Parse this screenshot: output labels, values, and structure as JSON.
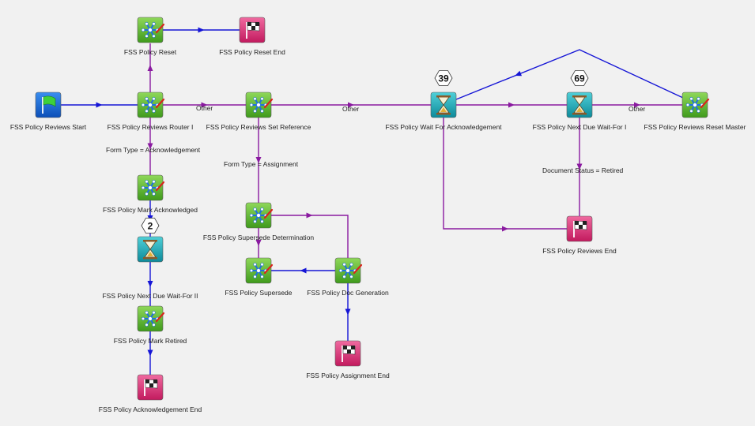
{
  "colors": {
    "blue": "#1515d6",
    "purple": "#8a1aa0",
    "background": "#f1f1f1"
  },
  "nodes": [
    {
      "id": "start",
      "type": "start",
      "icon": "green-flag-icon",
      "label": "FSS Policy Reviews Start"
    },
    {
      "id": "router",
      "type": "task",
      "icon": "network-task-icon",
      "label": "FSS Policy Reviews Router I"
    },
    {
      "id": "reset",
      "type": "task",
      "icon": "network-task-icon",
      "label": "FSS Policy Reset"
    },
    {
      "id": "resetEnd",
      "type": "end",
      "icon": "checkered-flag-icon",
      "label": "FSS Policy Reset End"
    },
    {
      "id": "setRef",
      "type": "task",
      "icon": "network-task-icon",
      "label": "FSS Policy Reviews Set Reference"
    },
    {
      "id": "waitAck",
      "type": "wait",
      "icon": "hourglass-icon",
      "label": "FSS Policy Wait For Acknowledgement"
    },
    {
      "id": "nextDue",
      "type": "wait",
      "icon": "hourglass-icon",
      "label": "FSS Policy Next Due Wait-For I"
    },
    {
      "id": "resetMaster",
      "type": "task",
      "icon": "network-task-icon",
      "label": "FSS Policy Reviews Reset Master"
    },
    {
      "id": "markAck",
      "type": "task",
      "icon": "network-task-icon",
      "label": "FSS Policy Mark Acknowledged"
    },
    {
      "id": "nextDue2",
      "type": "wait",
      "icon": "hourglass-icon",
      "label": "FSS Policy Next Due Wait-For II"
    },
    {
      "id": "markRetired",
      "type": "task",
      "icon": "network-task-icon",
      "label": "FSS Policy Mark Retired"
    },
    {
      "id": "ackEnd",
      "type": "end",
      "icon": "checkered-flag-icon",
      "label": "FSS Policy Acknowledgement End"
    },
    {
      "id": "supersedeDet",
      "type": "task",
      "icon": "network-task-icon",
      "label": "FSS Policy Supersede Determination"
    },
    {
      "id": "supersede",
      "type": "task",
      "icon": "network-task-icon",
      "label": "FSS Policy Supersede"
    },
    {
      "id": "docGen",
      "type": "task",
      "icon": "network-task-icon",
      "label": "FSS Policy Doc Generation"
    },
    {
      "id": "assignEnd",
      "type": "end",
      "icon": "checkered-flag-icon",
      "label": "FSS Policy Assignment End"
    },
    {
      "id": "reviewsEnd",
      "type": "end",
      "icon": "checkered-flag-icon",
      "label": "FSS Policy Reviews End"
    }
  ],
  "badges": [
    {
      "node": "waitAck",
      "text": "39"
    },
    {
      "node": "nextDue",
      "text": "69"
    },
    {
      "node": "nextDue2",
      "text": "2"
    }
  ],
  "edge_labels": [
    {
      "id": "lbl-other-1",
      "text": "Other"
    },
    {
      "id": "lbl-other-2",
      "text": "Other"
    },
    {
      "id": "lbl-other-3",
      "text": "Other"
    },
    {
      "id": "lbl-ack",
      "text": "Form Type = Acknowledgement"
    },
    {
      "id": "lbl-assign",
      "text": "Form Type = Assignment"
    },
    {
      "id": "lbl-retired",
      "text": "Document Status = Retired"
    }
  ],
  "edges": [
    {
      "from": "start",
      "to": "router",
      "color": "blue"
    },
    {
      "from": "router",
      "to": "reset",
      "color": "purple"
    },
    {
      "from": "reset",
      "to": "resetEnd",
      "color": "blue"
    },
    {
      "from": "router",
      "to": "setRef",
      "color": "purple"
    },
    {
      "from": "router",
      "to": "markAck",
      "color": "purple"
    },
    {
      "from": "setRef",
      "to": "waitAck",
      "color": "purple"
    },
    {
      "from": "setRef",
      "to": "supersedeDet",
      "color": "purple"
    },
    {
      "from": "waitAck",
      "to": "nextDue",
      "color": "purple"
    },
    {
      "from": "waitAck",
      "to": "reviewsEnd",
      "color": "purple"
    },
    {
      "from": "nextDue",
      "to": "resetMaster",
      "color": "purple"
    },
    {
      "from": "nextDue",
      "to": "reviewsEnd",
      "color": "purple"
    },
    {
      "from": "resetMaster",
      "to": "waitAck",
      "color": "blue"
    },
    {
      "from": "markAck",
      "to": "nextDue2",
      "color": "blue"
    },
    {
      "from": "nextDue2",
      "to": "markRetired",
      "color": "blue"
    },
    {
      "from": "markRetired",
      "to": "ackEnd",
      "color": "blue"
    },
    {
      "from": "supersedeDet",
      "to": "supersede",
      "color": "purple"
    },
    {
      "from": "supersedeDet",
      "to": "docGen",
      "color": "purple"
    },
    {
      "from": "docGen",
      "to": "supersede",
      "color": "blue"
    },
    {
      "from": "docGen",
      "to": "assignEnd",
      "color": "blue"
    }
  ]
}
